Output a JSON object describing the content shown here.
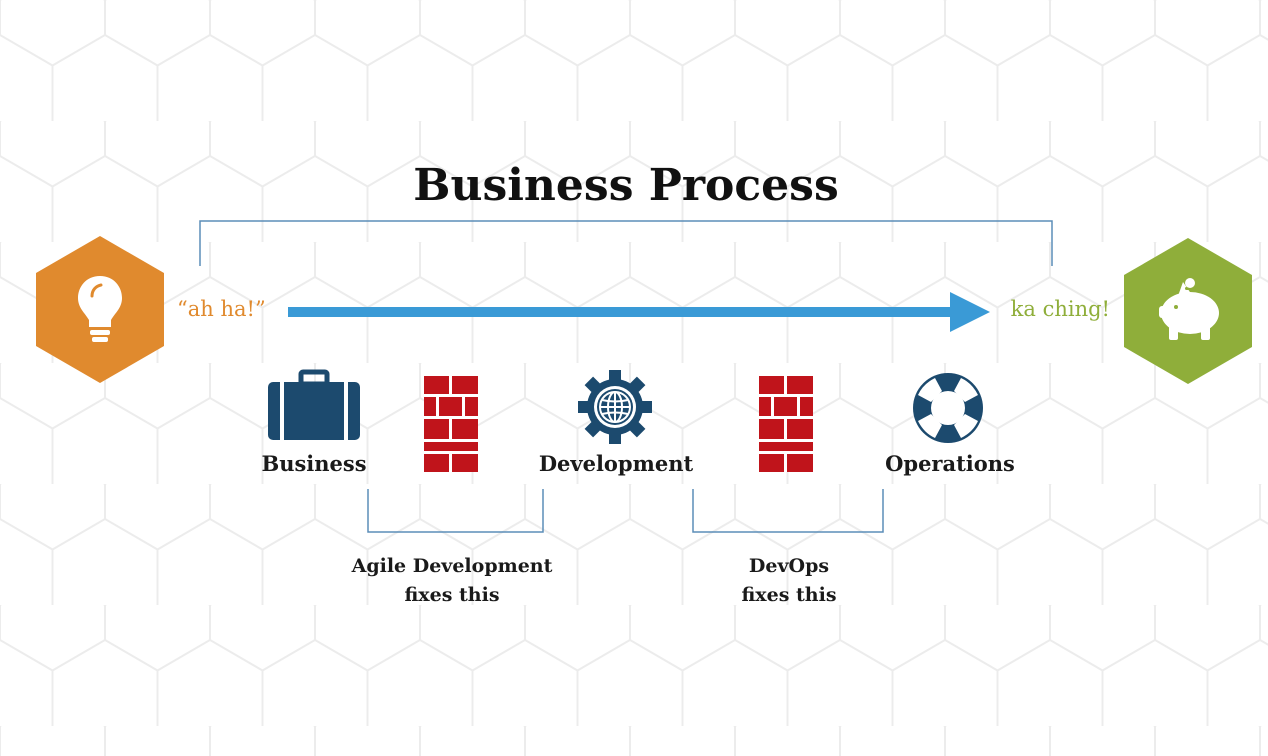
{
  "title": "Business Process",
  "start_quote": "“ah ha!”",
  "end_quote": "ka ching!",
  "steps": [
    {
      "label": "Business",
      "icon": "briefcase-icon"
    },
    {
      "label": "Development",
      "icon": "gear-globe-icon"
    },
    {
      "label": "Operations",
      "icon": "lifebuoy-icon"
    }
  ],
  "barriers": [
    {
      "icon": "brick-wall-icon"
    },
    {
      "icon": "brick-wall-icon"
    }
  ],
  "fixes": [
    {
      "line1": "Agile Development",
      "line2": "fixes this"
    },
    {
      "line1": "DevOps",
      "line2": "fixes this"
    }
  ],
  "icons": {
    "start": "lightbulb-icon",
    "end": "piggy-bank-icon"
  },
  "colors": {
    "orange": "#e08a2e",
    "green": "#8fae3a",
    "arrow_blue": "#3a9ad6",
    "bracket_blue": "#5b8db8",
    "navy": "#1c4a6e",
    "brick_red": "#c0141b"
  }
}
